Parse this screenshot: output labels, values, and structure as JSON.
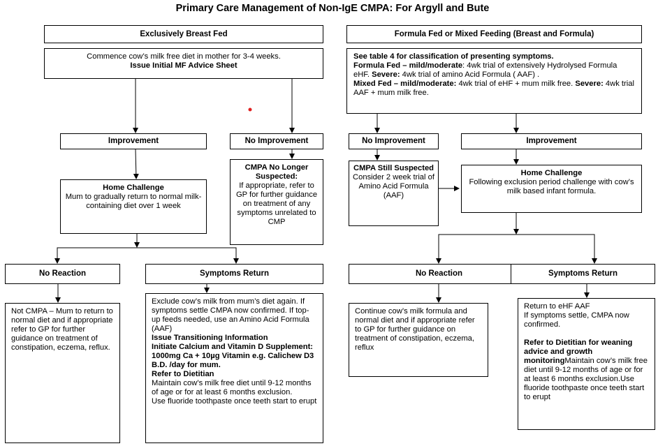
{
  "title": "Primary Care Management of Non-IgE CMPA: For Argyll and Bute",
  "colors": {
    "line": "#000000",
    "dot": "#e02020"
  },
  "left": {
    "header": "Exclusively Breast Fed",
    "commence": {
      "line1": "Commence cow’s milk free diet in mother for 3-4 weeks.",
      "line2": "Issue Initial MF Advice Sheet"
    },
    "improvement": "Improvement",
    "no_improvement": "No Improvement",
    "home_challenge": {
      "title": "Home Challenge",
      "body": "Mum to gradually return to normal milk-containing diet over 1 week"
    },
    "cmpa_no_longer": {
      "title": "CMPA No Longer Suspected:",
      "body": "If appropriate, refer to GP for further guidance on treatment of any symptoms unrelated to CMP"
    },
    "no_reaction": "No Reaction",
    "no_reaction_body": "Not CMPA – Mum to return to normal diet and if appropriate refer to GP for further guidance on treatment of constipation, eczema, reflux.",
    "symptoms_return": "Symptoms Return",
    "symptoms_body": {
      "p1": "Exclude cow’s milk from mum’s diet again. If symptoms settle CMPA now confirmed.  If top-up feeds needed, use an Amino Acid Formula (AAF)",
      "b1": "Issue Transitioning Information",
      "b2": "Initiate Calcium and Vitamin D Supplement: 1000mg Ca + 10µg Vitamin e.g. Calichew D3 B.D. /day for mum.",
      "b3": "Refer to Dietitian",
      "p2": "Maintain cow’s milk free diet until 9-12 months of age or for at least 6 months exclusion.",
      "p3": "Use fluoride toothpaste once teeth start to erupt"
    }
  },
  "right": {
    "header": "Formula Fed or Mixed Feeding (Breast and Formula)",
    "see_table": {
      "l1": "See table 4 for classification of presenting symptoms.",
      "formula_fed_b": "Formula Fed – mild/moderate",
      "formula_fed_t": ": 4wk trial of extensively Hydrolysed Formula eHF. ",
      "severe1_b": "Severe:",
      "severe1_t": " 4wk trial of amino Acid Formula ( AAF) .",
      "mixed_fed_b": "Mixed Fed – mild/moderate:",
      "mixed_fed_t": " 4wk trial of eHF + mum milk free. ",
      "severe2_b": "Severe:",
      "severe2_t": " 4wk trial AAF + mum milk free."
    },
    "no_improvement": "No Improvement",
    "improvement": "Improvement",
    "cmpa_still": {
      "title": "CMPA Still Suspected",
      "body": "Consider 2 week trial of Amino Acid Formula (AAF)"
    },
    "home_challenge": {
      "title": "Home Challenge",
      "body": "Following exclusion period challenge with cow’s milk based infant formula."
    },
    "no_reaction": "No Reaction",
    "no_reaction_body": "Continue cow’s milk formula and normal diet and if appropriate refer to GP for further guidance on treatment of constipation, eczema, reflux",
    "symptoms_return": "Symptoms Return",
    "symptoms_body": {
      "p1": "Return to eHF AAF",
      "p2": "If symptoms settle, CMPA now confirmed.",
      "b1": "Refer to Dietitian for weaning advice and growth monitoring",
      "p3": "Maintain cow’s milk free diet until 9-12 months of age or for at least 6 months exclusion.Use fluoride toothpaste once teeth start to erupt"
    }
  }
}
